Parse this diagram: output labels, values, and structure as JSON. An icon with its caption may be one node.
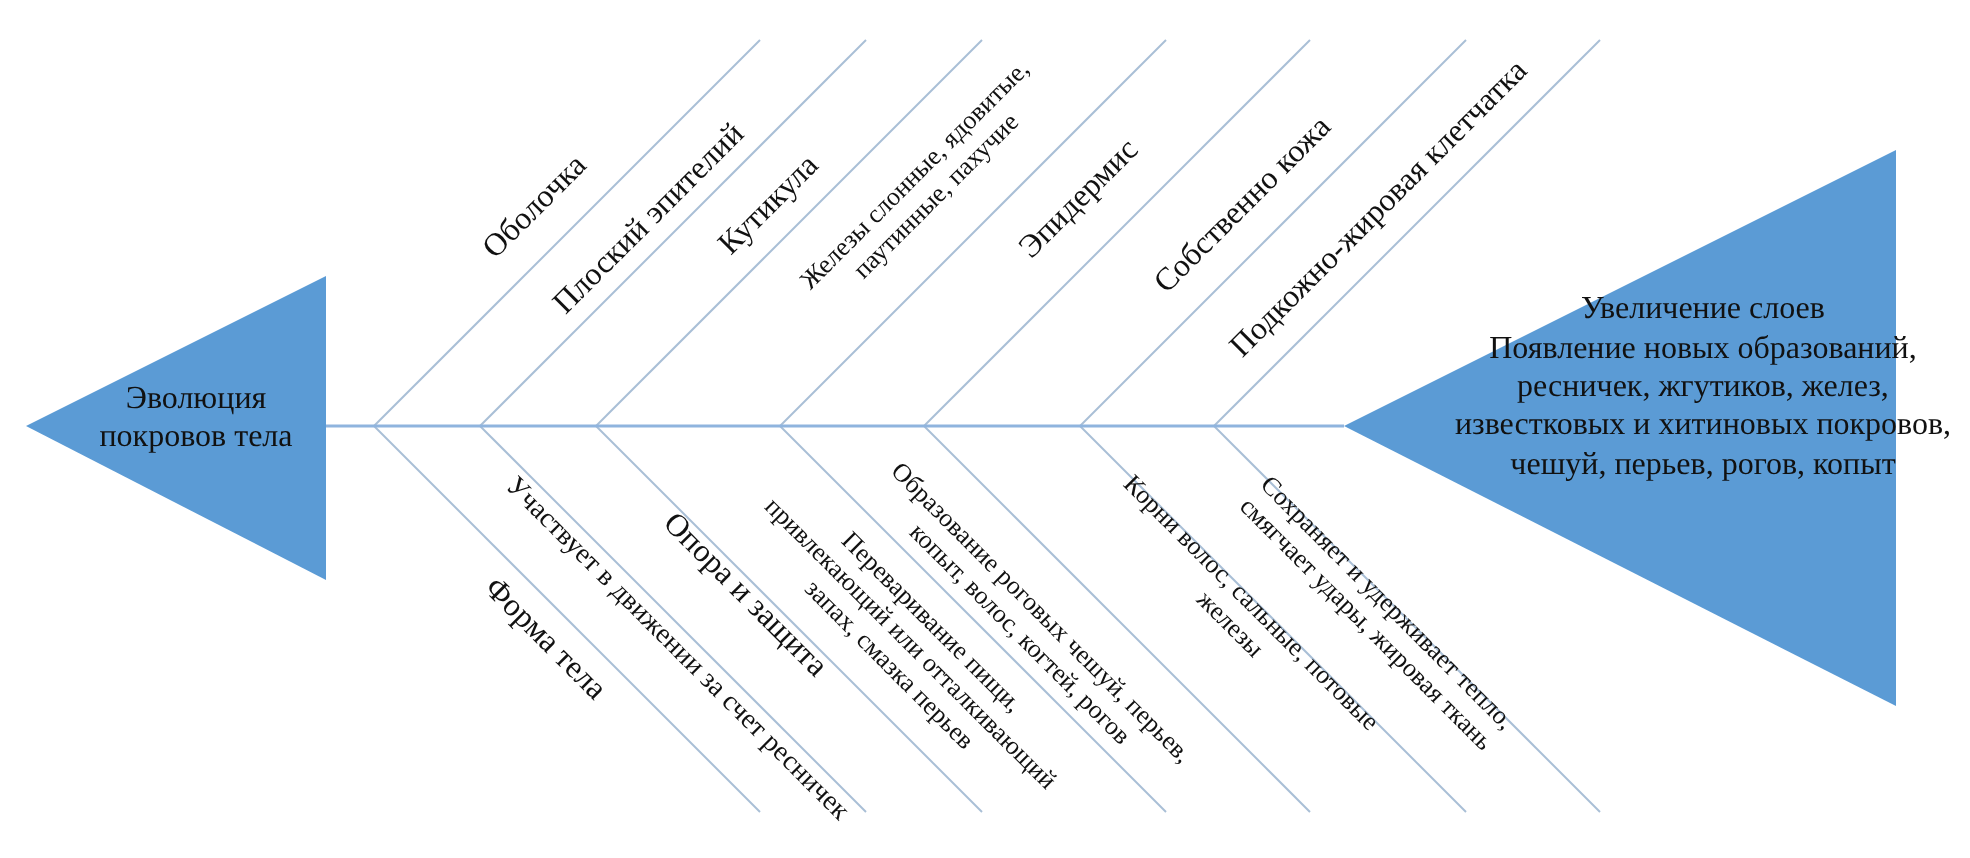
{
  "diagram": {
    "nodes": [
      {
        "text": [
          "Эволюция покровов тела"
        ]
      },
      {
        "text": [
          "Увеличение слоев",
          "Появление новых образований, ресничек, жгутиков, желез, известковых и хитиновых покровов, чешуй, перьев, рогов, копыт"
        ]
      }
    ],
    "edges": [
      {
        "from": 0,
        "to": 1,
        "arrow": "none"
      }
    ],
    "labels": [
      "Оболочка",
      "Плоский эпителий",
      "Кутикула",
      "Железы слонные, ядовитые, паутинные, пахучие",
      "Эпидермис",
      "Собственно кожа",
      "Подкожно-жировая клетчатка",
      "Форма тела",
      "Участвует в движении за счет ресничек",
      "Опора и защита",
      "Переваривание пищи, привлекающий или отталкивающий запах, смазка перьев",
      "Образование роговых чешуй, перьев, копыт, волос, когтей, рогов",
      "Корни волос, сальные, потовые железы",
      "Сохраняет и удерживает тепло, смягчает удары, жировая ткань"
    ]
  }
}
